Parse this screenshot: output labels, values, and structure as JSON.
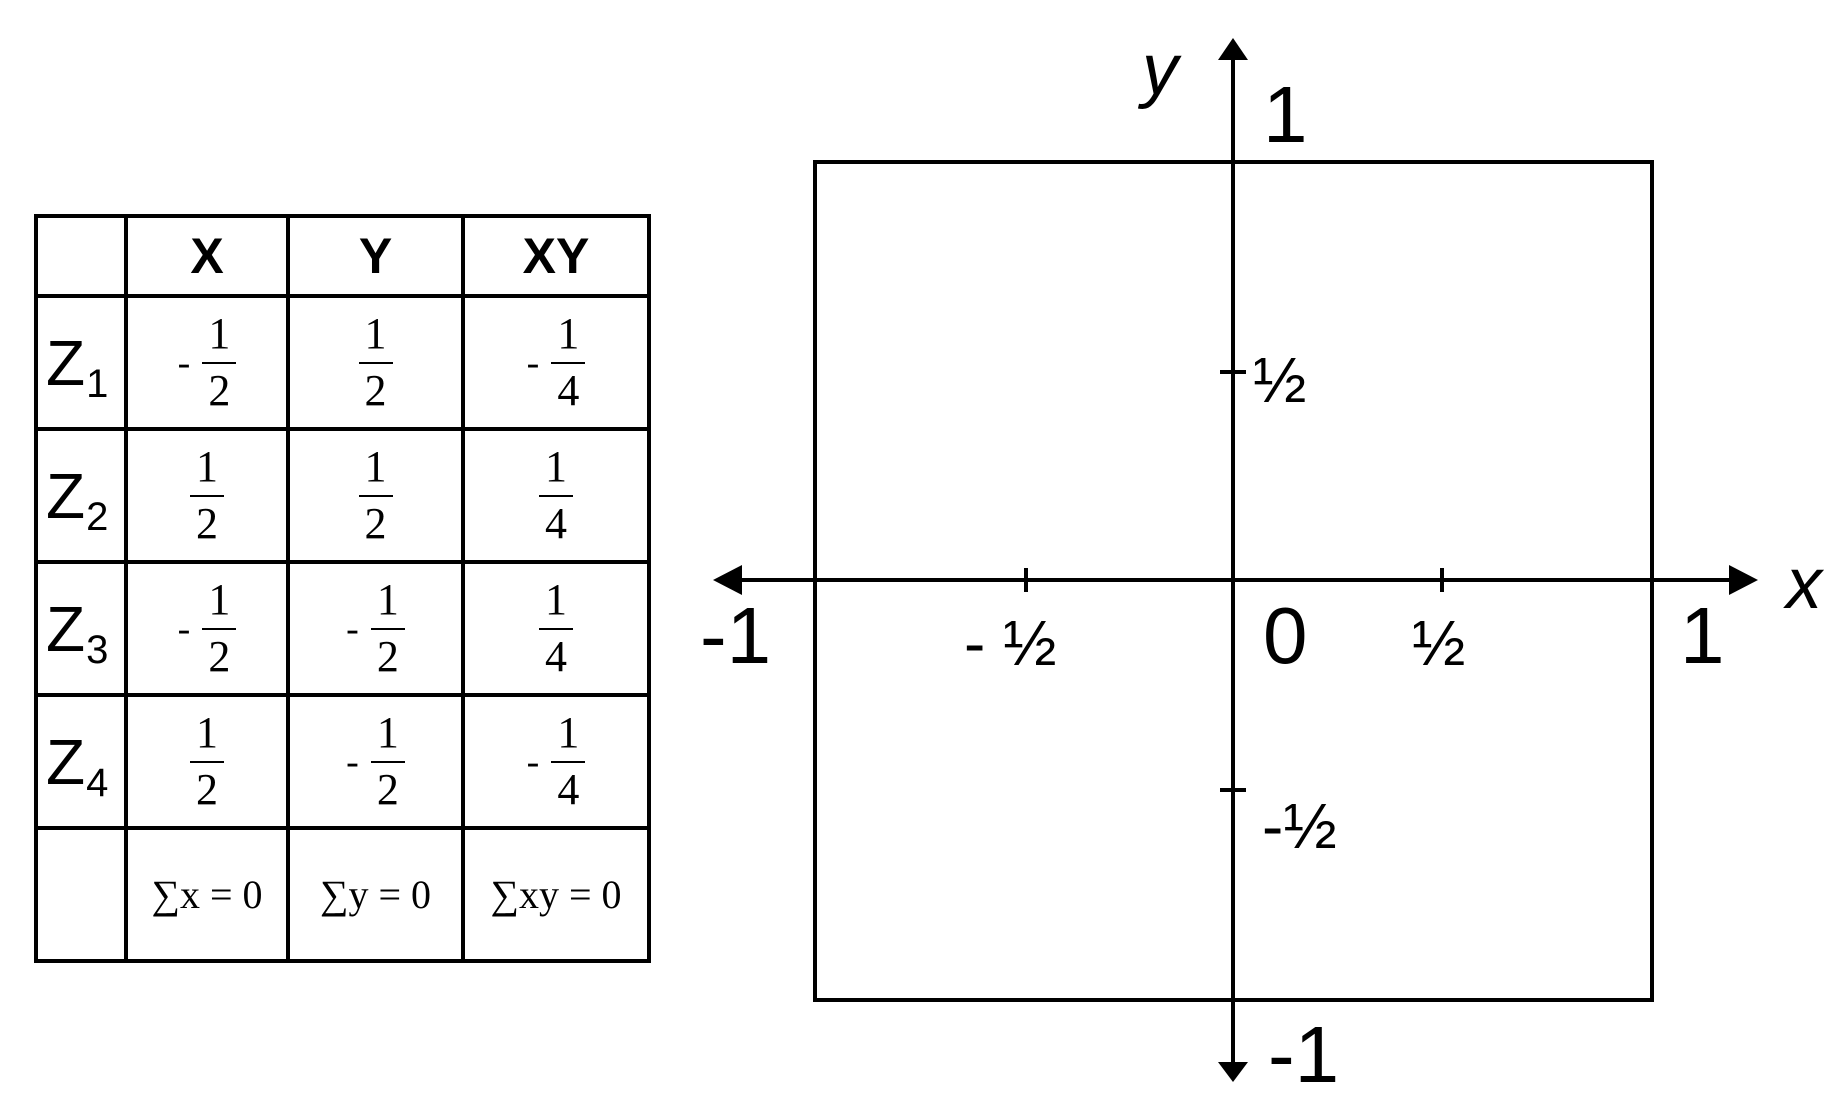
{
  "table": {
    "headers": [
      "",
      "X",
      "Y",
      "XY"
    ],
    "rows": [
      {
        "label": "Z",
        "sub": "1",
        "x": {
          "sign": "-",
          "num": "1",
          "den": "2"
        },
        "y": {
          "sign": "",
          "num": "1",
          "den": "2"
        },
        "xy": {
          "sign": "-",
          "num": "1",
          "den": "4"
        }
      },
      {
        "label": "Z",
        "sub": "2",
        "x": {
          "sign": "",
          "num": "1",
          "den": "2"
        },
        "y": {
          "sign": "",
          "num": "1",
          "den": "2"
        },
        "xy": {
          "sign": "",
          "num": "1",
          "den": "4"
        }
      },
      {
        "label": "Z",
        "sub": "3",
        "x": {
          "sign": "-",
          "num": "1",
          "den": "2"
        },
        "y": {
          "sign": "-",
          "num": "1",
          "den": "2"
        },
        "xy": {
          "sign": "",
          "num": "1",
          "den": "4"
        }
      },
      {
        "label": "Z",
        "sub": "4",
        "x": {
          "sign": "",
          "num": "1",
          "den": "2"
        },
        "y": {
          "sign": "-",
          "num": "1",
          "den": "2"
        },
        "xy": {
          "sign": "-",
          "num": "1",
          "den": "4"
        }
      }
    ],
    "sums": [
      "∑x = 0",
      "∑y = 0",
      "∑xy = 0"
    ]
  },
  "diagram": {
    "x_axis_label": "x",
    "y_axis_label": "y",
    "x_ticks": [
      "-1",
      "- ½",
      "0",
      "½",
      "1"
    ],
    "y_ticks": [
      "1",
      "½",
      "-½",
      "-1"
    ],
    "range": [
      -1,
      1
    ]
  }
}
